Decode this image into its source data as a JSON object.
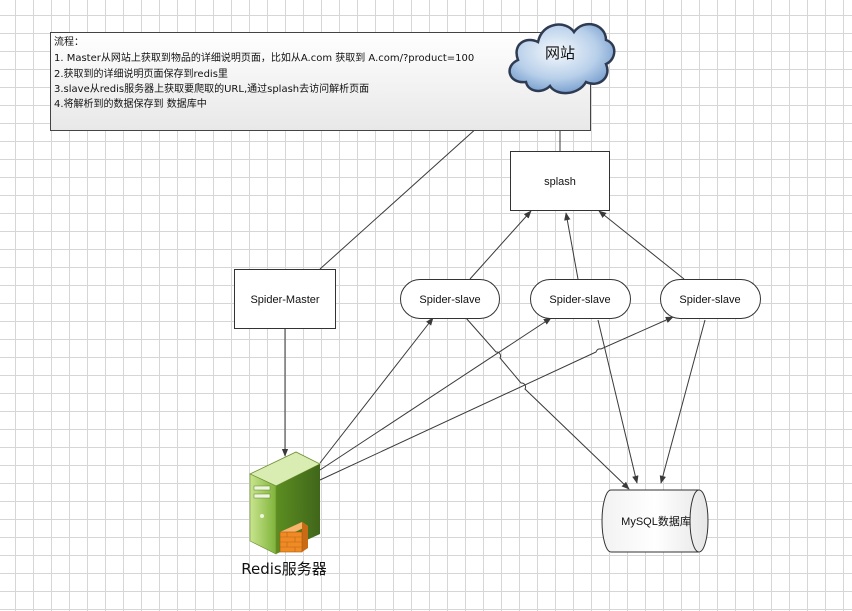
{
  "note": {
    "lines": [
      "流程：",
      "1. Master从网站上获取到物品的详细说明页面，比如从A.com 获取到 A.com/?product=100",
      "2.获取到的详细说明页面保存到redis里",
      "3.slave从redis服务器上获取要爬取的URL,通过splash去访问解析页面",
      "4.将解析到的数据保存到 数据库中"
    ]
  },
  "nodes": {
    "website": "网站",
    "splash": "splash",
    "master": "Spider-Master",
    "slaves": [
      "Spider-slave",
      "Spider-slave",
      "Spider-slave"
    ],
    "redis": "Redis服务器",
    "mysql": "MySQL数据库"
  },
  "icons": {
    "website": "cloud-icon",
    "redis": "server-icon",
    "mysql": "database-cylinder-icon"
  },
  "colors": {
    "line": "#3a3a3a",
    "server_green": "#8dc53e",
    "firewall_orange": "#f08a24",
    "cloud_blue": "#7fa7d6"
  }
}
